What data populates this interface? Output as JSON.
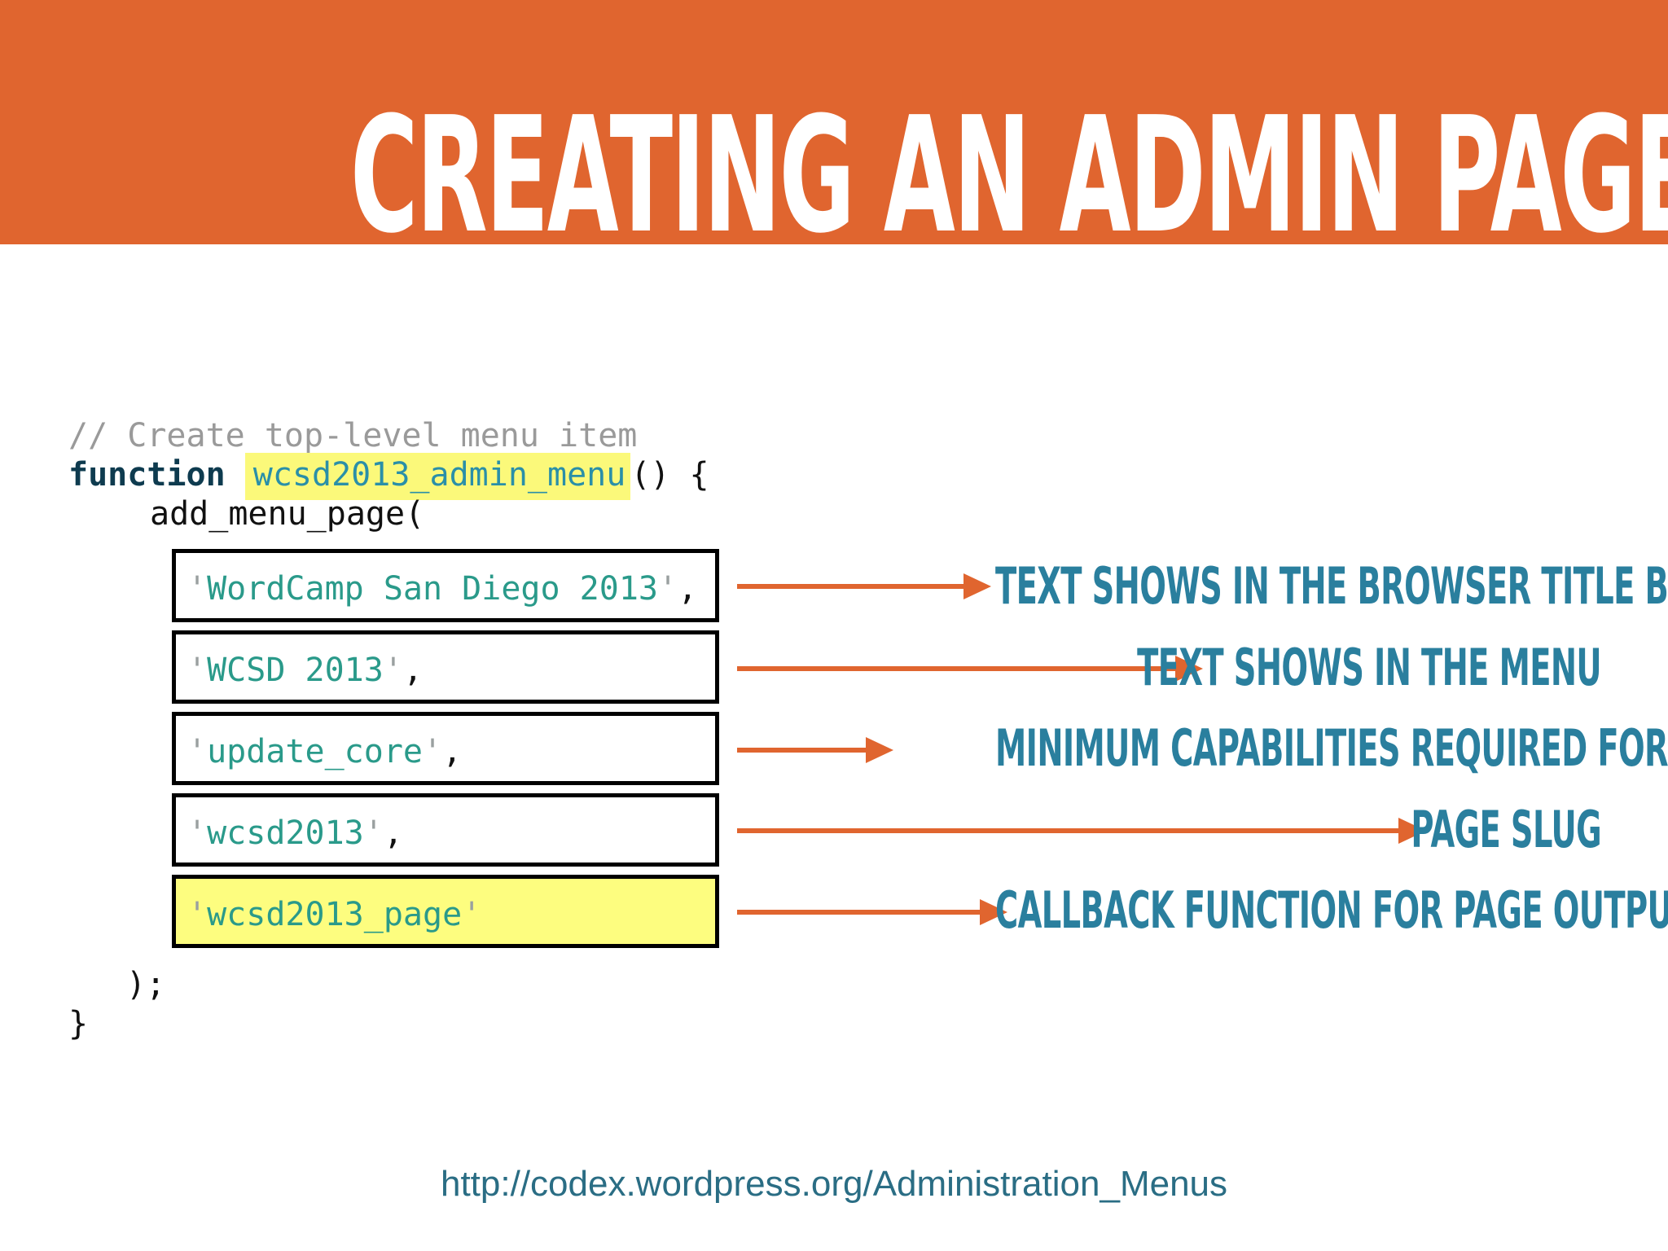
{
  "slide": {
    "title": "CREATING AN ADMIN PAGE",
    "code": {
      "comment": "// Create top-level menu item",
      "keyword": "function",
      "function_name": "wcsd2013_admin_menu",
      "signature_tail": "() {",
      "call": "add_menu_page(",
      "close_paren": ");",
      "close_brace": "}"
    },
    "params": [
      {
        "value": "WordCamp San Diego 2013",
        "comma": ",",
        "description": "TEXT SHOWS IN THE BROWSER TITLE BAR",
        "highlighted": false
      },
      {
        "value": "WCSD 2013",
        "comma": ",",
        "description": "TEXT SHOWS IN THE MENU",
        "highlighted": false
      },
      {
        "value": "update_core",
        "comma": ",",
        "description": "MINIMUM CAPABILITIES REQUIRED FOR ACCESS",
        "highlighted": false
      },
      {
        "value": "wcsd2013",
        "comma": ",",
        "description": "PAGE SLUG",
        "highlighted": false
      },
      {
        "value": "wcsd2013_page",
        "comma": "",
        "description": "CALLBACK FUNCTION FOR PAGE OUTPUT",
        "highlighted": true
      }
    ],
    "quote": "'",
    "url": "http://codex.wordpress.org/Administration_Menus",
    "colors": {
      "banner": "#e0652f",
      "arrow": "#e0652f",
      "label": "#2a7f9e",
      "highlight": "#fdfd7f"
    }
  }
}
